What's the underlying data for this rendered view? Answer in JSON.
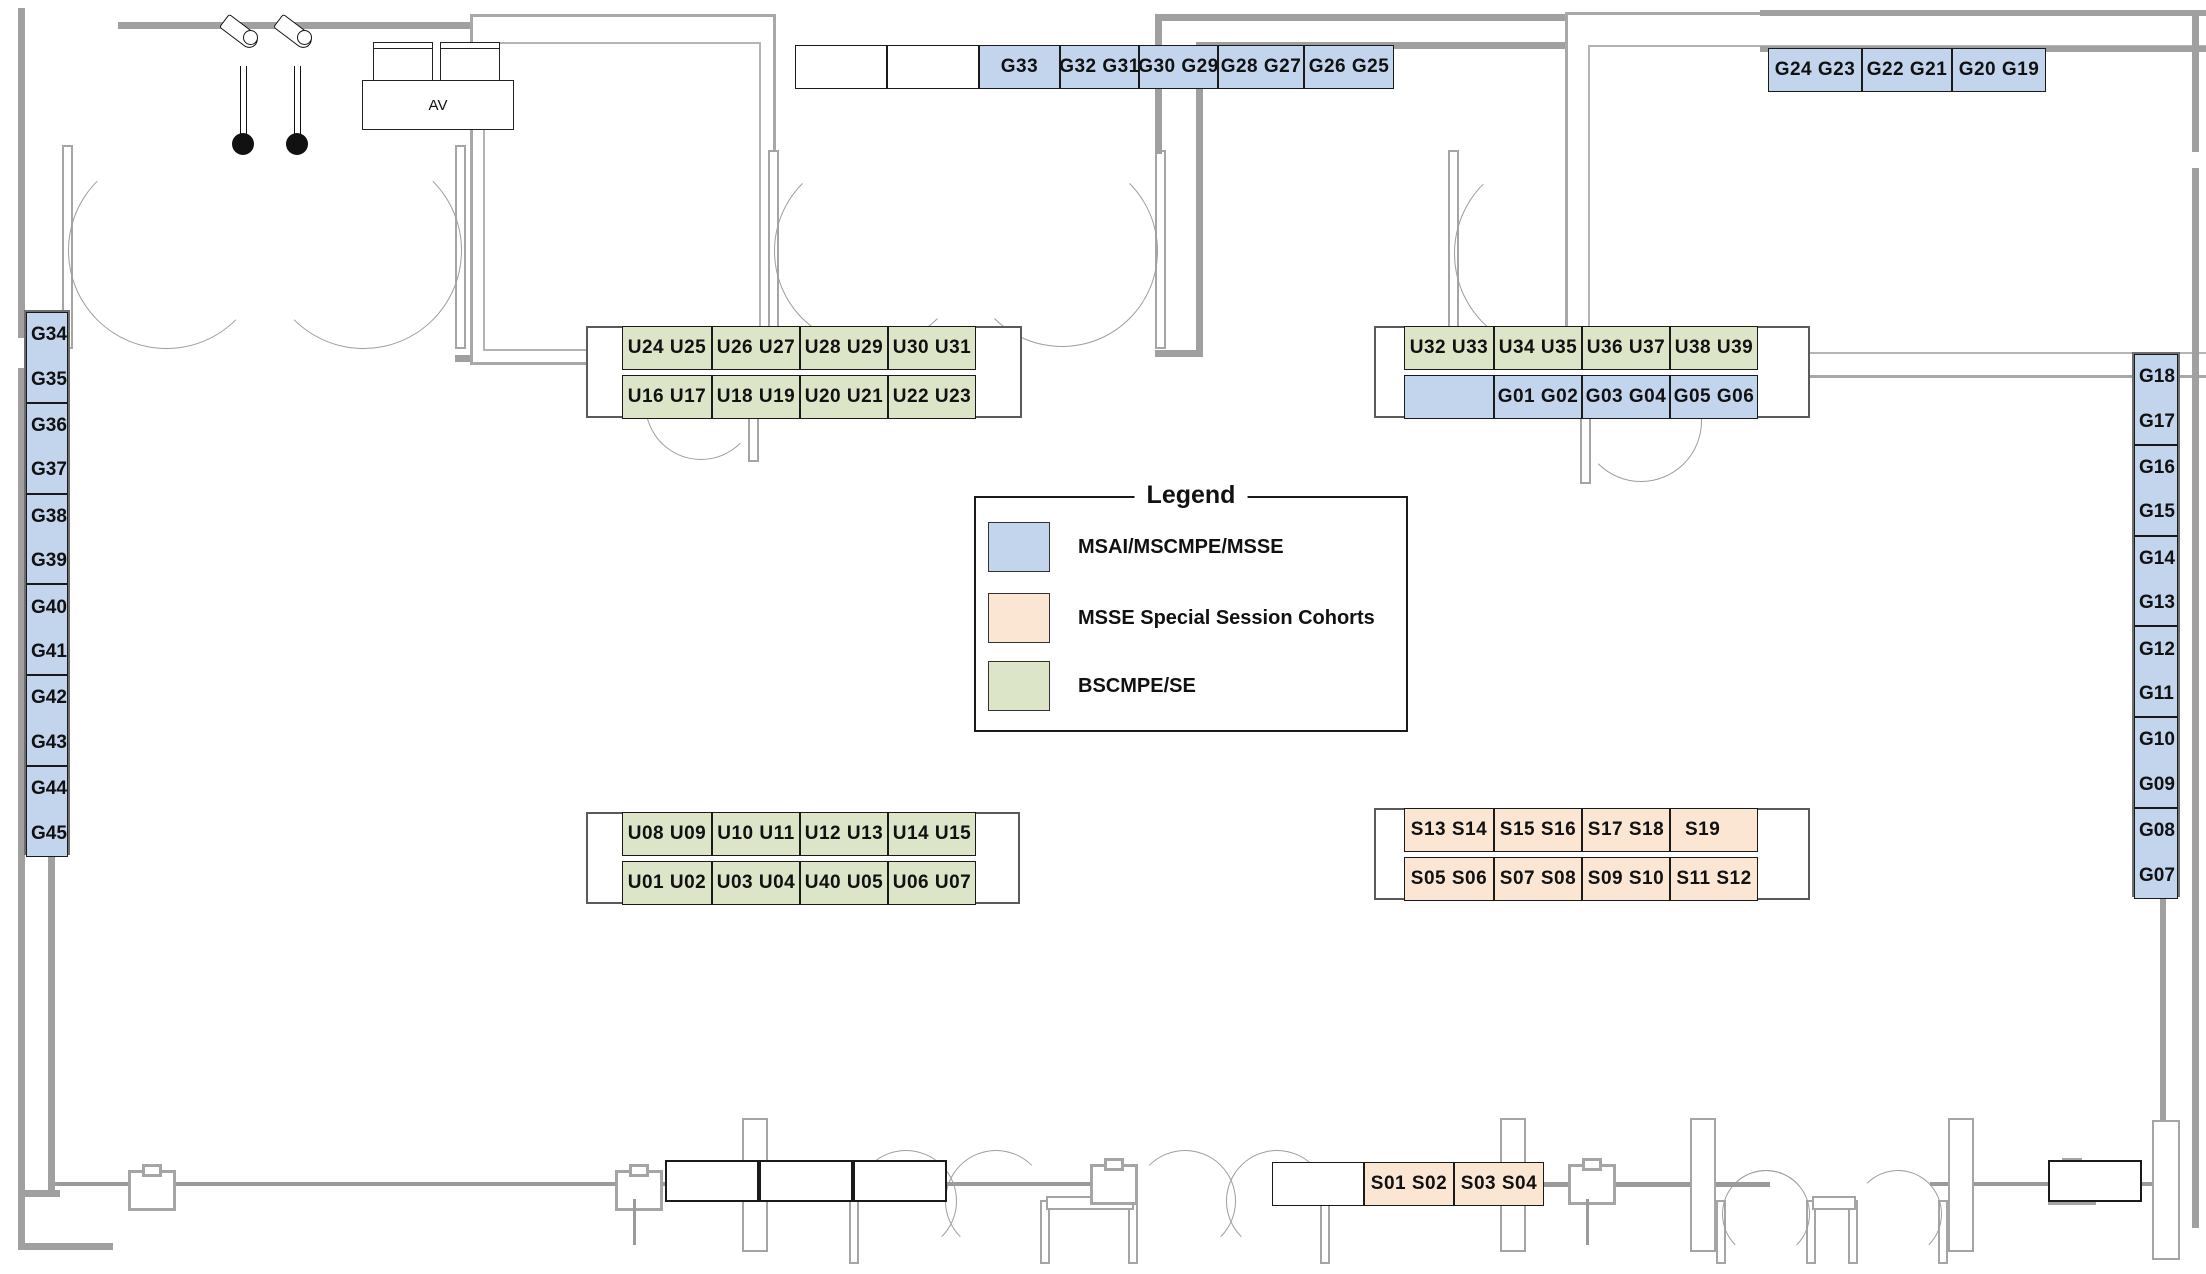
{
  "plan": {
    "av_label": "AV"
  },
  "legend": {
    "title": "Legend",
    "items": [
      {
        "color": "#c3d4ed",
        "label": "MSAI/MSCMPE/MSSE"
      },
      {
        "color": "#fbe6d4",
        "label": "MSSE Special Session Cohorts"
      },
      {
        "color": "#dde5c8",
        "label": "BSCMPE/SE"
      }
    ]
  },
  "seating": {
    "top_center_row": {
      "cells": [
        {
          "label": "",
          "color": "white"
        },
        {
          "label": "",
          "color": "white"
        },
        {
          "label": "G33",
          "color": "blue"
        },
        {
          "label": "G32  G31",
          "color": "blue"
        },
        {
          "label": "G30  G29",
          "color": "blue"
        },
        {
          "label": "G28  G27",
          "color": "blue"
        },
        {
          "label": "G26  G25",
          "color": "blue"
        }
      ]
    },
    "top_right_row": {
      "cells": [
        {
          "label": "G24  G23",
          "color": "blue"
        },
        {
          "label": "G22  G21",
          "color": "blue"
        },
        {
          "label": "G20  G19",
          "color": "blue"
        }
      ]
    },
    "left_column": {
      "pairs": [
        [
          "G34",
          "G35"
        ],
        [
          "G36",
          "G37"
        ],
        [
          "G38",
          "G39"
        ],
        [
          "G40",
          "G41"
        ],
        [
          "G42",
          "G43"
        ],
        [
          "G44",
          "G45"
        ]
      ]
    },
    "right_column": {
      "pairs": [
        [
          "G18",
          "G17"
        ],
        [
          "G16",
          "G15"
        ],
        [
          "G14",
          "G13"
        ],
        [
          "G12",
          "G11"
        ],
        [
          "G10",
          "G09"
        ],
        [
          "G08",
          "G07"
        ]
      ]
    },
    "upper_left_block": {
      "back_row": [
        {
          "label": "U24  U25",
          "color": "green"
        },
        {
          "label": "U26  U27",
          "color": "green"
        },
        {
          "label": "U28  U29",
          "color": "green"
        },
        {
          "label": "U30  U31",
          "color": "green"
        }
      ],
      "front_row": [
        {
          "label": "U16  U17",
          "color": "green"
        },
        {
          "label": "U18  U19",
          "color": "green"
        },
        {
          "label": "U20  U21",
          "color": "green"
        },
        {
          "label": "U22  U23",
          "color": "green"
        }
      ]
    },
    "upper_right_block": {
      "back_row": [
        {
          "label": "U32  U33",
          "color": "green"
        },
        {
          "label": "U34  U35",
          "color": "green"
        },
        {
          "label": "U36  U37",
          "color": "green"
        },
        {
          "label": "U38  U39",
          "color": "green"
        }
      ],
      "front_row": [
        {
          "label": "",
          "color": "blue"
        },
        {
          "label": "G01  G02",
          "color": "blue"
        },
        {
          "label": "G03  G04",
          "color": "blue"
        },
        {
          "label": "G05  G06",
          "color": "blue"
        }
      ]
    },
    "lower_left_block": {
      "back_row": [
        {
          "label": "U08  U09",
          "color": "green"
        },
        {
          "label": "U10  U11",
          "color": "green"
        },
        {
          "label": "U12  U13",
          "color": "green"
        },
        {
          "label": "U14  U15",
          "color": "green"
        }
      ],
      "front_row": [
        {
          "label": "U01  U02",
          "color": "green"
        },
        {
          "label": "U03  U04",
          "color": "green"
        },
        {
          "label": "U40  U05",
          "color": "green"
        },
        {
          "label": "U06  U07",
          "color": "green"
        }
      ]
    },
    "lower_right_block": {
      "back_row": [
        {
          "label": "S13  S14",
          "color": "peach"
        },
        {
          "label": "S15  S16",
          "color": "peach"
        },
        {
          "label": "S17  S18",
          "color": "peach"
        },
        {
          "label": "S19",
          "color": "peach"
        }
      ],
      "front_row": [
        {
          "label": "S05  S06",
          "color": "peach"
        },
        {
          "label": "S07  S08",
          "color": "peach"
        },
        {
          "label": "S09  S10",
          "color": "peach"
        },
        {
          "label": "S11  S12",
          "color": "peach"
        }
      ]
    },
    "bottom_row": {
      "cells": [
        {
          "label": "",
          "color": "white"
        },
        {
          "label": "S01  S02",
          "color": "peach"
        },
        {
          "label": "S03  S04",
          "color": "peach"
        }
      ]
    }
  }
}
